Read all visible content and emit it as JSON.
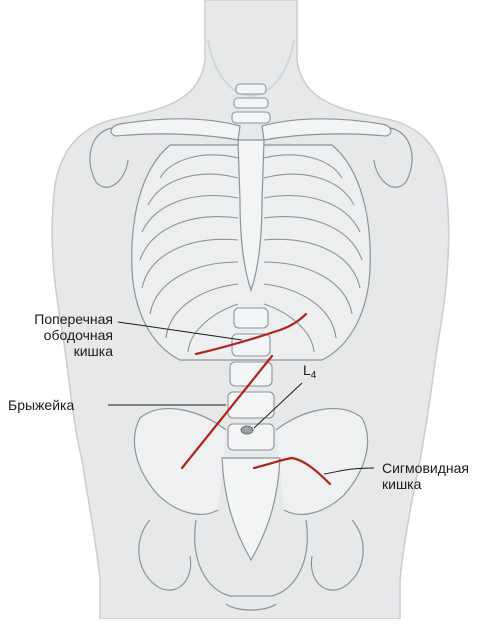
{
  "labels": {
    "transverse_colon": [
      "Поперечная",
      "ободочная",
      "кишка"
    ],
    "mesentery": "Брыжейка",
    "vertebra": {
      "main": "L",
      "sub": "4"
    },
    "sigmoid_colon": [
      "Сигмовидная",
      "кишка"
    ]
  },
  "colors": {
    "skin": "#e6e8e9",
    "skin_outline": "#c9cdcf",
    "bone": "#f3f4f5",
    "bone_outline": "#8e9396",
    "organ_line": "#b0241c",
    "leader_line": "#1a1a1a"
  }
}
